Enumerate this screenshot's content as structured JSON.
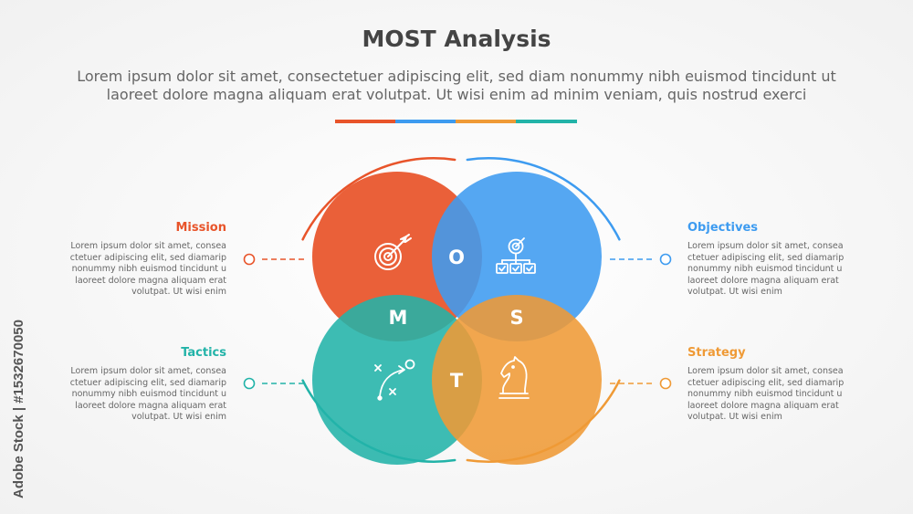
{
  "header": {
    "title": "MOST Analysis",
    "subtitle": "Lorem ipsum dolor sit amet, consectetuer adipiscing elit, sed diam nonummy nibh euismod tincidunt ut laoreet dolore magna aliquam erat volutpat. Ut wisi enim ad minim veniam, quis nostrud exerci"
  },
  "colors": {
    "mission": "#e8542a",
    "objectives": "#3d9bf0",
    "tactics": "#22b3a8",
    "strategy": "#ef9a36",
    "title_text": "#444444",
    "body_text": "#666666"
  },
  "items": {
    "mission": {
      "title": "Mission",
      "description": "Lorem ipsum dolor sit amet, consea ctetuer adipiscing elit, sed diamarip nonummy nibh euismod tincidunt u laoreet dolore magna aliquam erat volutpat. Ut wisi enim",
      "icon": "target-arrow-icon"
    },
    "objectives": {
      "title": "Objectives",
      "description": "Lorem ipsum dolor sit amet, consea ctetuer adipiscing elit, sed diamarip nonummy nibh euismod tincidunt u laoreet dolore magna aliquam erat volutpat. Ut wisi enim",
      "icon": "goal-hierarchy-icon"
    },
    "tactics": {
      "title": "Tactics",
      "description": "Lorem ipsum dolor sit amet, consea ctetuer adipiscing elit, sed diamarip nonummy nibh euismod tincidunt u laoreet dolore magna aliquam erat volutpat. Ut wisi enim",
      "icon": "play-strategy-icon"
    },
    "strategy": {
      "title": "Strategy",
      "description": "Lorem ipsum dolor sit amet, consea ctetuer adipiscing elit, sed diamarip nonummy nibh euismod tincidunt u laoreet dolore magna aliquam erat volutpat. Ut wisi enim",
      "icon": "chess-knight-icon"
    }
  },
  "letters": {
    "m": "M",
    "o": "O",
    "s": "S",
    "t": "T"
  },
  "watermark": {
    "text": "Adobe Stock | #1532670050"
  }
}
